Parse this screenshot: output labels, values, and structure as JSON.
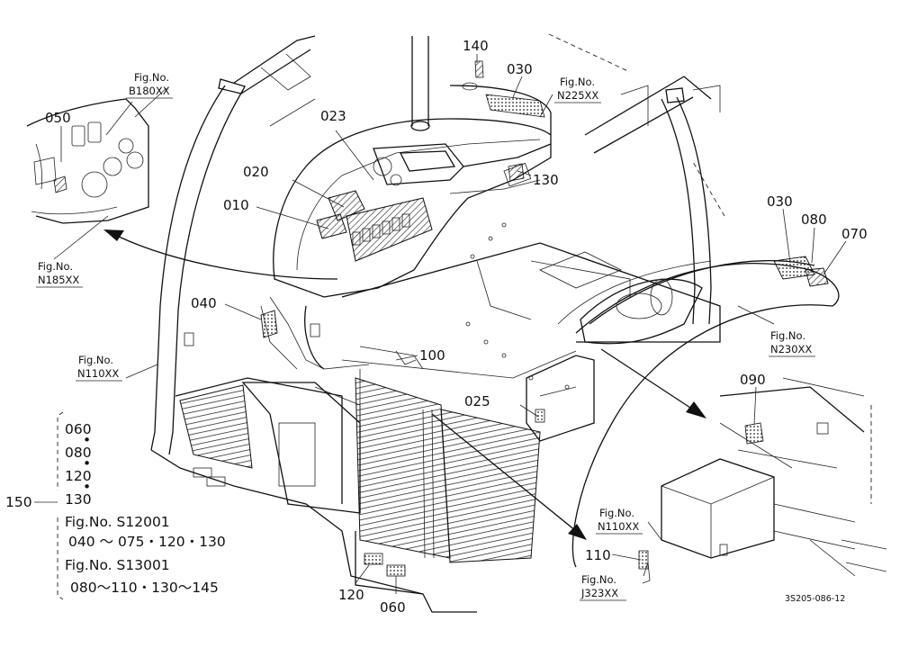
{
  "parts": {
    "p050": "050",
    "p023": "023",
    "p020": "020",
    "p010": "010",
    "p040": "040",
    "p140": "140",
    "p030a": "030",
    "p130": "130",
    "p030b": "030",
    "p080": "080",
    "p070": "070",
    "p100": "100",
    "p025": "025",
    "p090": "090",
    "p110": "110",
    "p120": "120",
    "p060": "060"
  },
  "figs": {
    "b180": {
      "label": "Fig.No.",
      "code": "B180XX"
    },
    "n225": {
      "label": "Fig.No.",
      "code": "N225XX"
    },
    "n185": {
      "label": "Fig.No.",
      "code": "N185XX"
    },
    "n110a": {
      "label": "Fig.No.",
      "code": "N110XX"
    },
    "n230": {
      "label": "Fig.No.",
      "code": "N230XX"
    },
    "n110b": {
      "label": "Fig.No.",
      "code": "N110XX"
    },
    "j323": {
      "label": "Fig.No.",
      "code": "J323XX"
    }
  },
  "legend": {
    "main": "150",
    "items": [
      "060",
      "080",
      "120",
      "130"
    ],
    "ref1": "Fig.No. S12001",
    "ref1_detail": "040 ～ 075・120・130",
    "ref2": "Fig.No. S13001",
    "ref2_detail": "080～110・130～145"
  },
  "drawing_code": "3S205-086-12"
}
